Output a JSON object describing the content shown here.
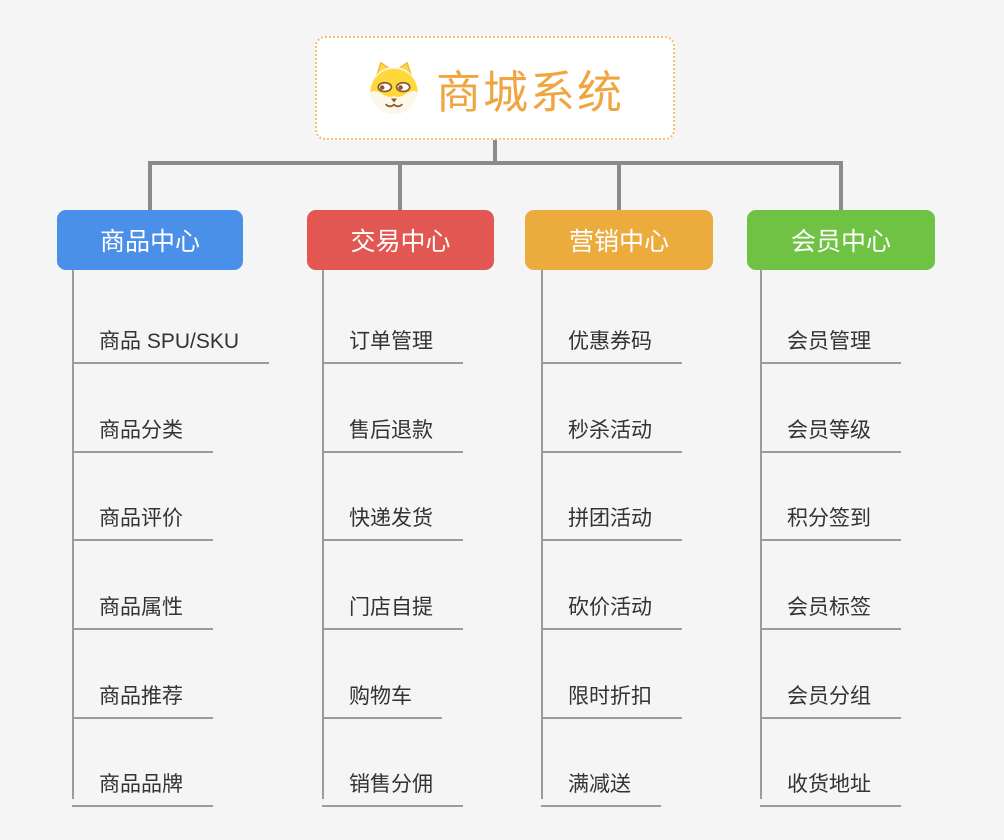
{
  "root": {
    "title": "商城系统",
    "icon": "dog-face"
  },
  "colors": {
    "root_title": "#f0a640",
    "root_border": "#f2c069",
    "connector": "#8b8b8b",
    "leaf_line": "#9b9b9b",
    "leaf_text": "#333333",
    "background": "#f5f5f6",
    "branch_product": "#4a8fe8",
    "branch_trade": "#e25752",
    "branch_marketing": "#ecab3d",
    "branch_member": "#6fc243"
  },
  "branches": [
    {
      "label": "商品中心",
      "color": "#4a8fe8",
      "items": [
        "商品 SPU/SKU",
        "商品分类",
        "商品评价",
        "商品属性",
        "商品推荐",
        "商品品牌"
      ]
    },
    {
      "label": "交易中心",
      "color": "#e25752",
      "items": [
        "订单管理",
        "售后退款",
        "快递发货",
        "门店自提",
        "购物车",
        "销售分佣"
      ]
    },
    {
      "label": "营销中心",
      "color": "#ecab3d",
      "items": [
        "优惠券码",
        "秒杀活动",
        "拼团活动",
        "砍价活动",
        "限时折扣",
        "满减送"
      ]
    },
    {
      "label": "会员中心",
      "color": "#6fc243",
      "items": [
        "会员管理",
        "会员等级",
        "积分签到",
        "会员标签",
        "会员分组",
        "收货地址"
      ]
    }
  ]
}
